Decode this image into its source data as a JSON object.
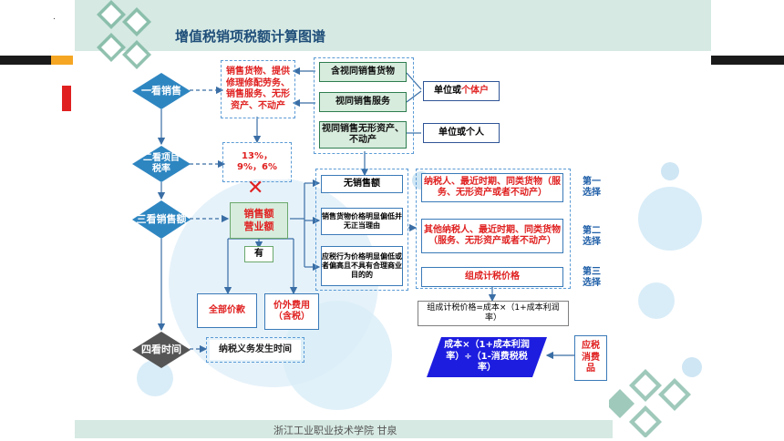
{
  "header": {
    "title": "增值税销项税额计算图谱",
    "dot": "."
  },
  "left_flow": {
    "d1": "一看销售",
    "d2": "二看项目税率",
    "d3": "三看销售额",
    "d4": "四看时间"
  },
  "sales_scope": {
    "text": "销售货物、提供修理修配劳务、销售服务、无形资产、不动产"
  },
  "deemed_sales": {
    "goods": "含视同销售货物",
    "service": "视同销售服务",
    "intangible": "视同销售无形资产、不动产",
    "unit_or_individual_prefix": "单位或",
    "unit_or_individual_red": "个体户",
    "unit_or_person": "单位或个人"
  },
  "rates": {
    "text": "13%，9%，6%"
  },
  "sales_amount": {
    "text": "销售额\n营业额",
    "has": "有",
    "full_price": "全部价款",
    "extra_fees": "价外费用\n（含税）",
    "cross": "✕"
  },
  "scenarios": {
    "no_sales": "无销售额",
    "price_low": "销售货物价格明显偏低并无正当理由",
    "taxable_low": "应税行为价格明显偏低或者偏高且不具有合理商业目的的"
  },
  "choices": {
    "first": "纳税人、最近时期、同类货物（服务、无形资产或者不动产）",
    "second": "其他纳税人、最近时期、同类货物（服务、无形资产或者不动产）",
    "third": "组成计税价格",
    "label1": "第一\n选择",
    "label2": "第二\n选择",
    "label3": "第三\n选择"
  },
  "formulas": {
    "formula1": "组成计税价格=成本×（1+成本利润率）",
    "formula2": "成本×（1+成本利润率）÷（1-消费税税率）",
    "consumption_tax": "应税消费品"
  },
  "time": {
    "text": "纳税义务发生时间"
  },
  "footer": {
    "text": "浙江工业职业技术学院  甘泉"
  },
  "colors": {
    "diamond": "#2e86c1",
    "diamond_dark": "#555555",
    "header_bg": "#d6e9e3",
    "parallelogram": "#1d1de0",
    "accent_orange": "#f5a623",
    "accent_red": "#e02020"
  }
}
